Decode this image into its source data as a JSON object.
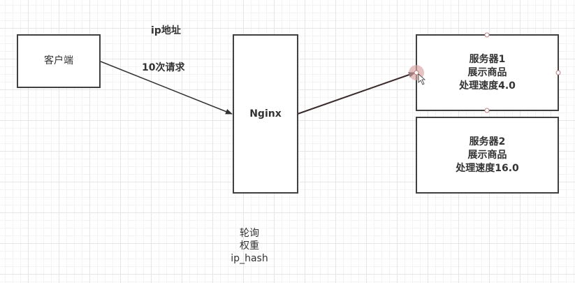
{
  "diagram": {
    "client": {
      "label": "客户端"
    },
    "proxy": {
      "label": "Nginx"
    },
    "servers": [
      {
        "lines": [
          "服务器1",
          "展示商品",
          "处理速度4.0"
        ]
      },
      {
        "lines": [
          "服务器2",
          "展示商品",
          "处理速度16.0"
        ]
      }
    ],
    "edge_labels": {
      "ip_address": "ip地址",
      "request_count": "10次请求"
    },
    "strategies": [
      "轮询",
      "权重",
      "ip_hash"
    ]
  },
  "colors": {
    "stroke": "#404040",
    "text": "#333333",
    "selection_handle": "#c08080",
    "cursor_highlight": "#d9a3a3"
  }
}
